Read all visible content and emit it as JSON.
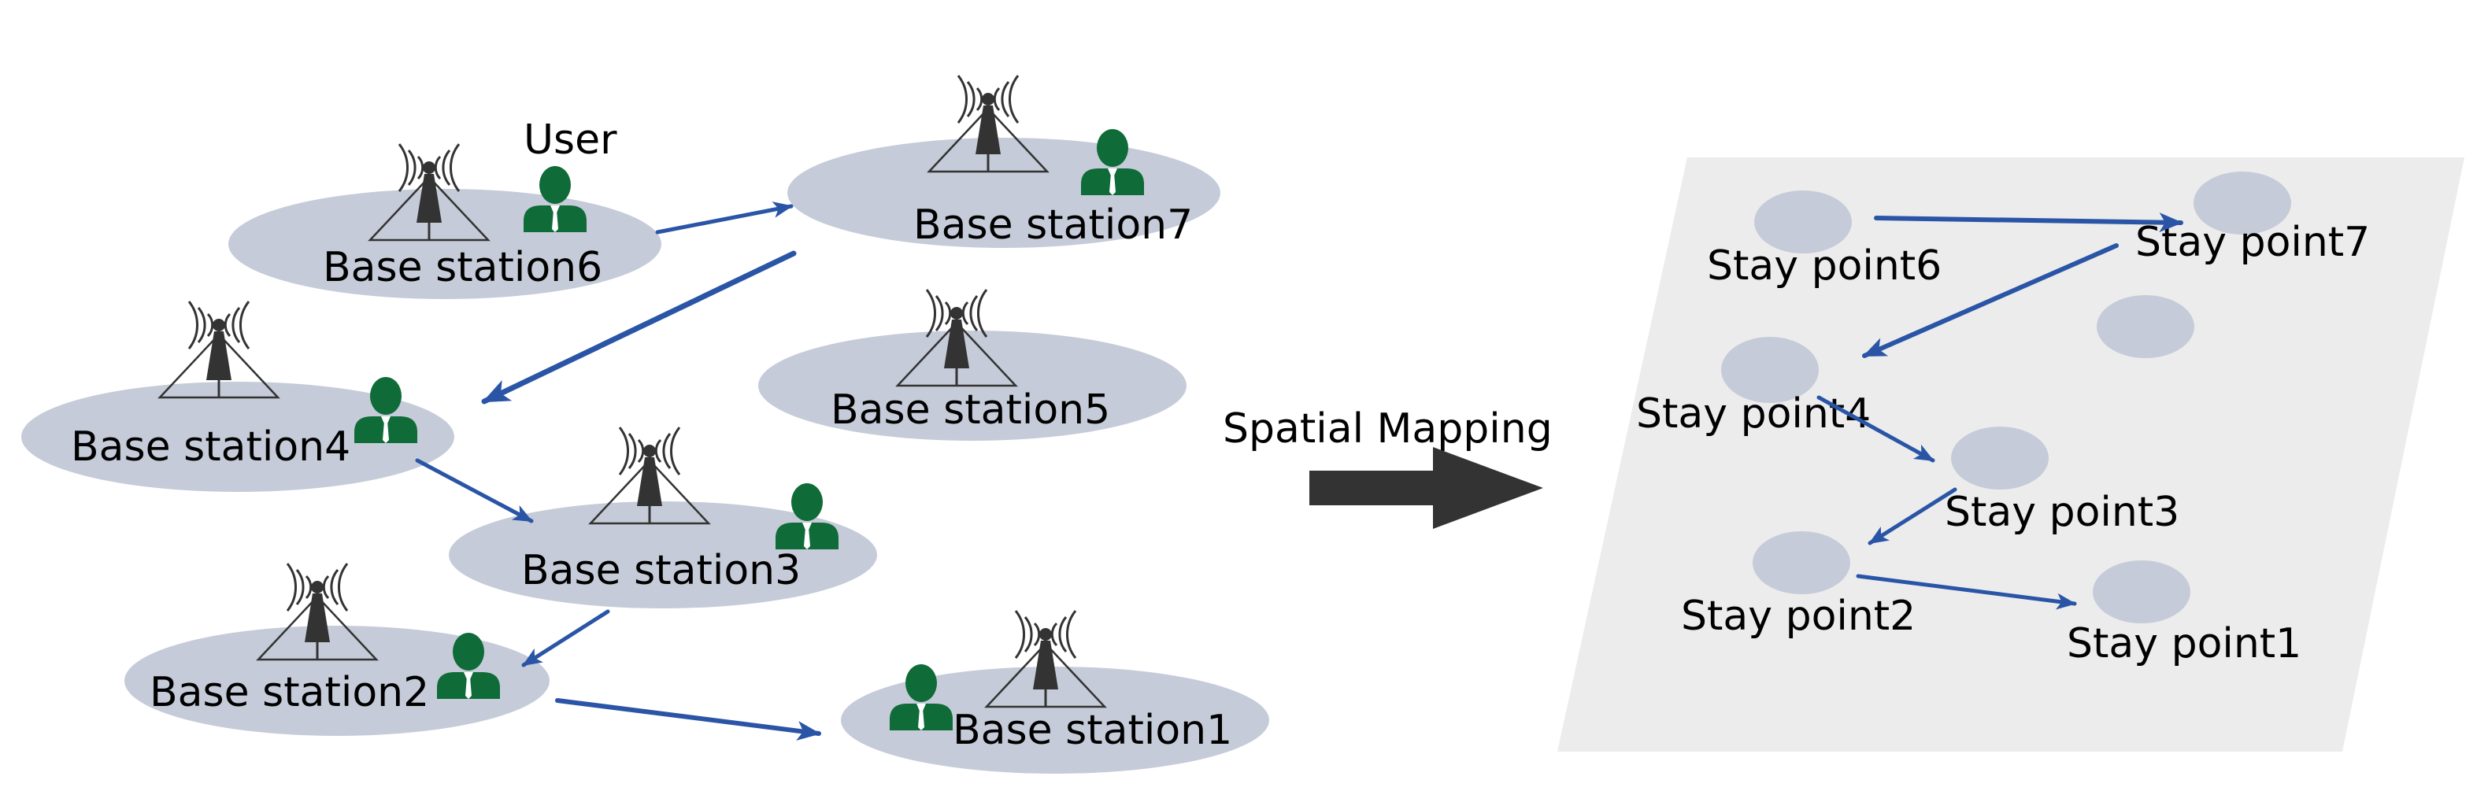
{
  "left_panel": {
    "user_label": "User",
    "stations": [
      {
        "id": "base-station-6",
        "label": "Base station6"
      },
      {
        "id": "base-station-7",
        "label": "Base station7"
      },
      {
        "id": "base-station-5",
        "label": "Base station5"
      },
      {
        "id": "base-station-4",
        "label": "Base station4"
      },
      {
        "id": "base-station-3",
        "label": "Base station3"
      },
      {
        "id": "base-station-2",
        "label": "Base station2"
      },
      {
        "id": "base-station-1",
        "label": "Base station1"
      }
    ]
  },
  "mapping": {
    "label": "Spatial Mapping"
  },
  "right_panel": {
    "stay_points": [
      {
        "id": "stay-point-6",
        "label": "Stay point6"
      },
      {
        "id": "stay-point-7",
        "label": "Stay point7"
      },
      {
        "id": "stay-point-4",
        "label": "Stay point4"
      },
      {
        "id": "stay-point-3",
        "label": "Stay point3"
      },
      {
        "id": "stay-point-2",
        "label": "Stay point2"
      },
      {
        "id": "stay-point-1",
        "label": "Stay point1"
      }
    ]
  },
  "colors": {
    "ellipse_fill": "#c5cbd8",
    "arrow_blue": "#2a55a6",
    "user_green": "#0f6b38",
    "tower_dark": "#333333",
    "mapping_arrow": "#333333",
    "plane_fill": "#ececec"
  }
}
